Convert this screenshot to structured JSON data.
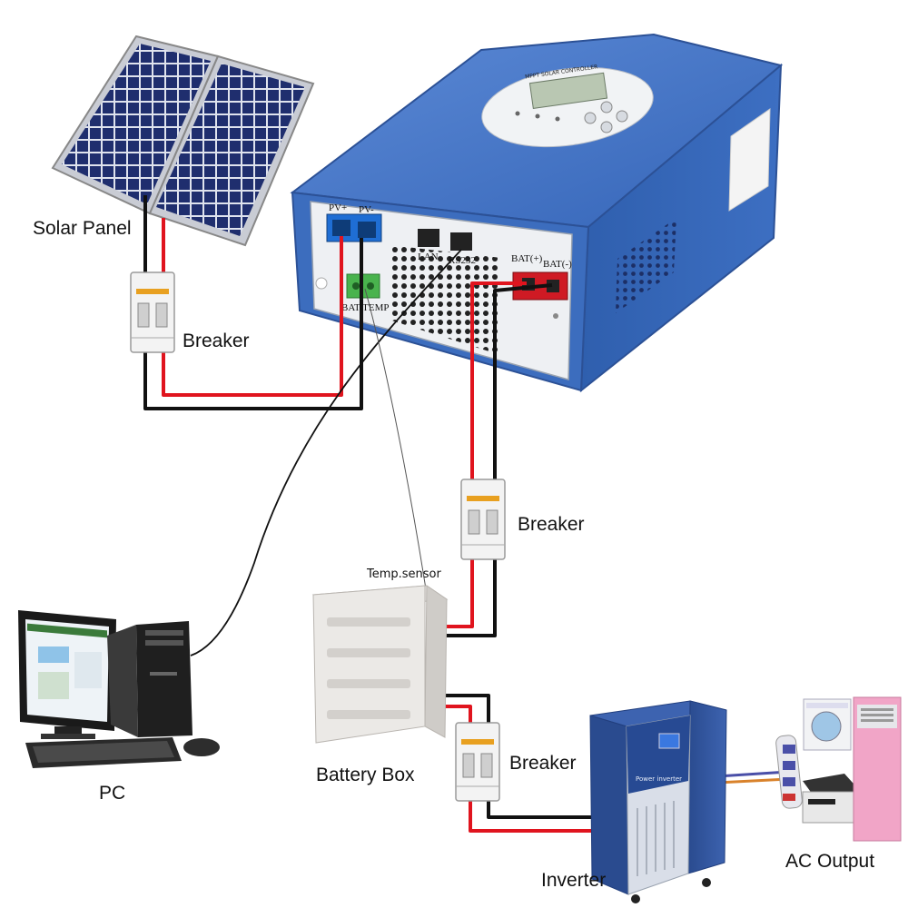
{
  "labels": {
    "solar_panel": "Solar Panel",
    "breaker_pv": "Breaker",
    "breaker_bat": "Breaker",
    "breaker_inv": "Breaker",
    "temp_sensor": "Temp.sensor",
    "pc": "PC",
    "battery_box": "Battery Box",
    "inverter": "Inverter",
    "ac_output": "AC Output"
  },
  "controller": {
    "screen_title": "MPPT SOLAR CONTROLLER",
    "pv_plus": "PV+",
    "pv_minus": "PV-",
    "lan": "LAN",
    "rs232": "RS232",
    "bat_plus": "BAT(+)",
    "bat_minus": "BAT(-)",
    "bat_temp": "BAT TEMP"
  },
  "inverter_unit": {
    "brand": "Power inverter"
  },
  "colors": {
    "wire_positive": "#e0141e",
    "wire_negative": "#111111",
    "controller_blue": "#3f74c4",
    "panel_cell": "#1f2e6e",
    "inverter_blue": "#2b4f9a",
    "ac_wire_blue": "#4a4fa8",
    "ac_wire_orange": "#d9822b"
  }
}
